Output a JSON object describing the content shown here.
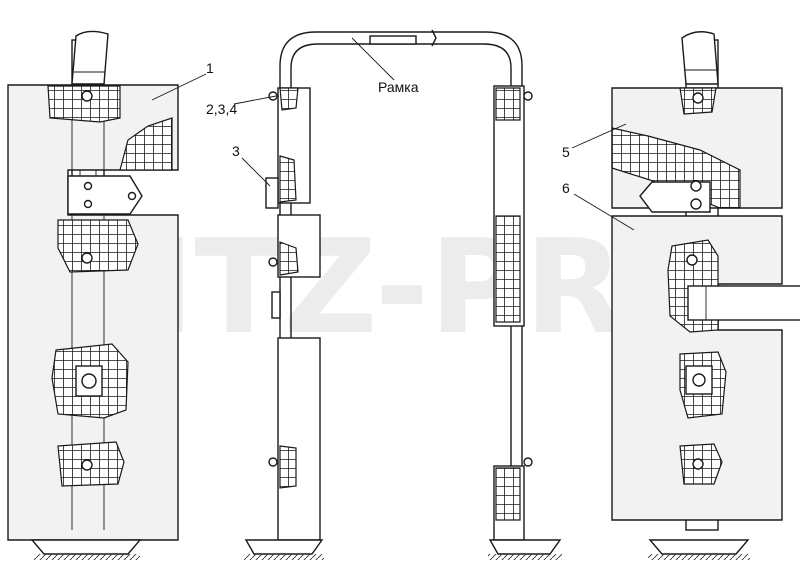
{
  "watermark": "MTZ-PRO",
  "labels": {
    "part_1": "1",
    "part_234": "2,3,4",
    "part_3": "3",
    "part_5": "5",
    "part_6": "6",
    "frame": "Рамка"
  }
}
